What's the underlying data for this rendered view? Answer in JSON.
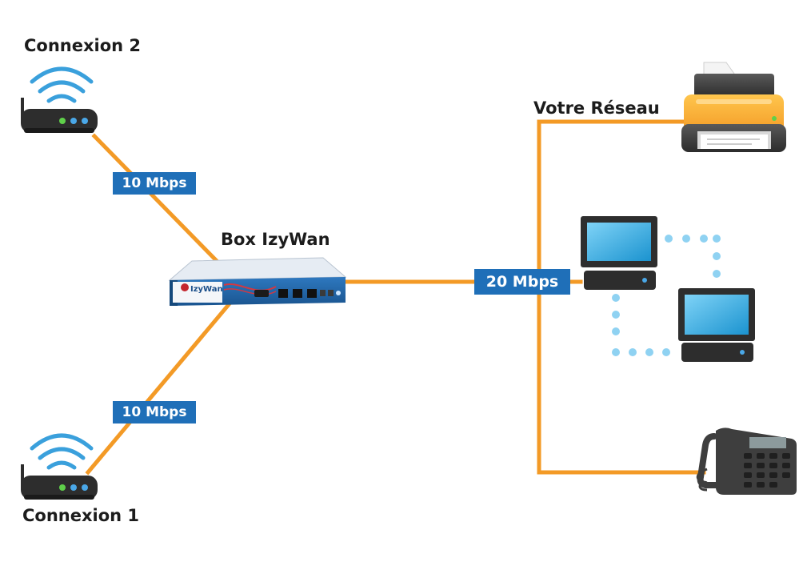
{
  "labels": {
    "connexion2": "Connexion 2",
    "connexion1": "Connexion 1",
    "box": "Box IzyWan",
    "network": "Votre Réseau"
  },
  "badges": {
    "speed_top": "10 Mbps",
    "speed_bottom": "10 Mbps",
    "speed_main": "20 Mbps"
  },
  "device": {
    "brand": "IzyWan"
  },
  "icons": [
    "wifi-router-icon",
    "network-appliance-icon",
    "printer-icon",
    "computer-icon",
    "desk-phone-icon"
  ],
  "colors": {
    "link": "#f39a26",
    "badge": "#1f6fb8",
    "wifi": "#3aa0dc",
    "wireless_dots": "#8fd2f2"
  }
}
